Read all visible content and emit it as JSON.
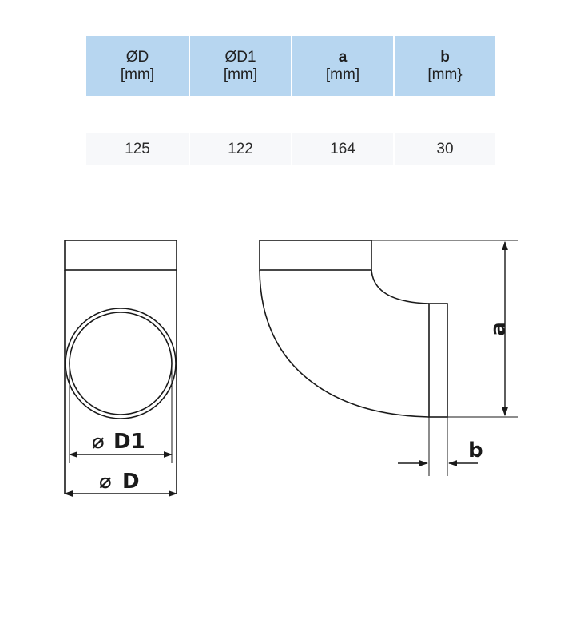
{
  "table": {
    "columns": [
      {
        "symbol": "ØD",
        "unit": "[mm]"
      },
      {
        "symbol": "ØD1",
        "unit": "[mm]"
      },
      {
        "symbol": "a",
        "unit": "[mm]"
      },
      {
        "symbol": "b",
        "unit": "[mm}"
      }
    ],
    "values": [
      "125",
      "122",
      "164",
      "30"
    ]
  },
  "drawing": {
    "labels": {
      "d1": "D1",
      "d": "D",
      "a": "a",
      "b": "b"
    },
    "diameter_symbol": "⌀"
  }
}
